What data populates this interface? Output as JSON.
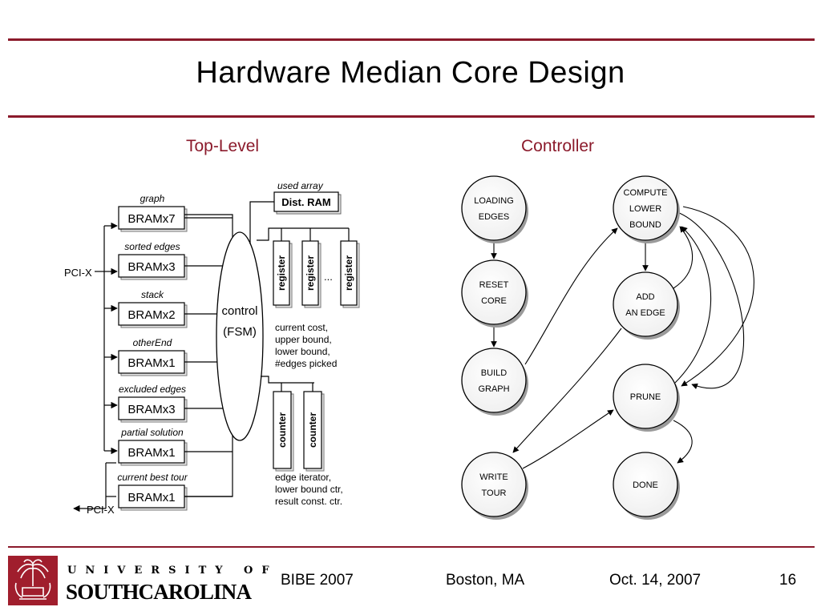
{
  "slide": {
    "title": "Hardware Median Core Design"
  },
  "top_level": {
    "label": "Top-Level",
    "inputs": {
      "pci_in": "PCI-X",
      "pci_out": "PCI-X"
    },
    "memories": [
      {
        "caption": "graph",
        "block": "BRAMx7"
      },
      {
        "caption": "sorted edges",
        "block": "BRAMx3"
      },
      {
        "caption": "stack",
        "block": "BRAMx2"
      },
      {
        "caption": "otherEnd",
        "block": "BRAMx1"
      },
      {
        "caption": "excluded edges",
        "block": "BRAMx3"
      },
      {
        "caption": "partial solution",
        "block": "BRAMx1"
      },
      {
        "caption": "current best tour",
        "block": "BRAMx1"
      }
    ],
    "control": {
      "line1": "control",
      "line2": "(FSM)"
    },
    "dist_ram": {
      "caption": "used array",
      "label": "Dist. RAM"
    },
    "registers": [
      "register",
      "register",
      "register"
    ],
    "register_ellipsis": "...",
    "register_notes": [
      "current cost,",
      "upper bound,",
      "lower bound,",
      "#edges picked"
    ],
    "counters": [
      "counter",
      "counter"
    ],
    "counter_notes": [
      "edge iterator,",
      "lower bound ctr,",
      "result const. ctr."
    ]
  },
  "controller": {
    "label": "Controller",
    "states": [
      {
        "id": "loading",
        "lines": [
          "LOADING",
          "EDGES"
        ]
      },
      {
        "id": "reset",
        "lines": [
          "RESET",
          "CORE"
        ]
      },
      {
        "id": "build",
        "lines": [
          "BUILD",
          "GRAPH"
        ]
      },
      {
        "id": "write",
        "lines": [
          "WRITE",
          "TOUR"
        ]
      },
      {
        "id": "compute",
        "lines": [
          "COMPUTE",
          "LOWER",
          "BOUND"
        ]
      },
      {
        "id": "add",
        "lines": [
          "ADD",
          "AN EDGE"
        ]
      },
      {
        "id": "prune",
        "lines": [
          "PRUNE"
        ]
      },
      {
        "id": "done",
        "lines": [
          "DONE"
        ]
      }
    ]
  },
  "footer": {
    "logo_top": "UNIVERSITY OF",
    "logo_main": "SOUTHCAROLINA",
    "conference": "BIBE 2007",
    "location": "Boston, MA",
    "date": "Oct. 14, 2007",
    "page": "16"
  },
  "colors": {
    "accent": "#8b1a2b",
    "logo_red": "#a01e2d"
  }
}
